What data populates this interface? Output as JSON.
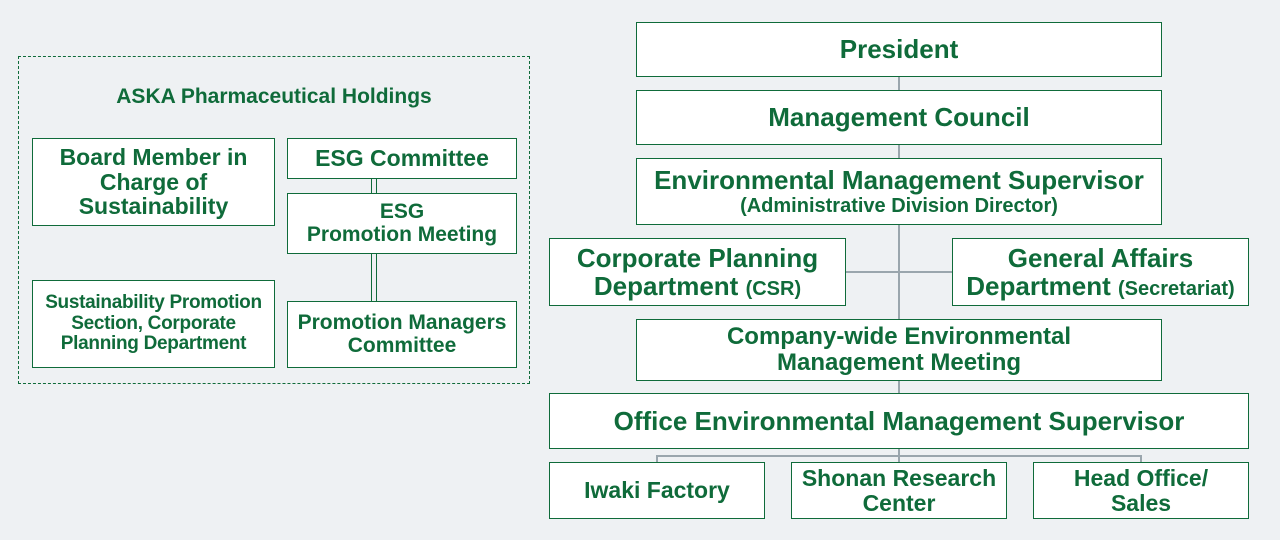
{
  "left_group": {
    "title": "ASKA Pharmaceutical Holdings",
    "board_member": [
      "Board Member in",
      "Charge of",
      "Sustainability"
    ],
    "esg_committee": "ESG Committee",
    "esg_promotion_meeting": [
      "ESG",
      "Promotion Meeting"
    ],
    "sustainability_section": [
      "Sustainability Promotion",
      "Section, Corporate",
      "Planning Department"
    ],
    "promotion_managers": [
      "Promotion Managers",
      "Committee"
    ]
  },
  "org_chart": {
    "president": "President",
    "management_council": "Management Council",
    "env_supervisor": "Environmental Management Supervisor",
    "env_supervisor_sub": "(Administrative Division Director)",
    "corp_planning": [
      "Corporate Planning",
      "Department"
    ],
    "corp_planning_sub": "(CSR)",
    "general_affairs": [
      "General Affairs",
      "Department"
    ],
    "general_affairs_sub": "(Secretariat)",
    "company_wide_meeting": [
      "Company-wide Environmental",
      "Management Meeting"
    ],
    "office_supervisor": "Office Environmental Management Supervisor",
    "iwaki": "Iwaki Factory",
    "shonan": [
      "Shonan Research",
      "Center"
    ],
    "head_office": [
      "Head Office/",
      "Sales"
    ]
  },
  "colors": {
    "accent": "#0f6b3a",
    "connector": "#9aa6ad",
    "background": "#eef1f3"
  }
}
